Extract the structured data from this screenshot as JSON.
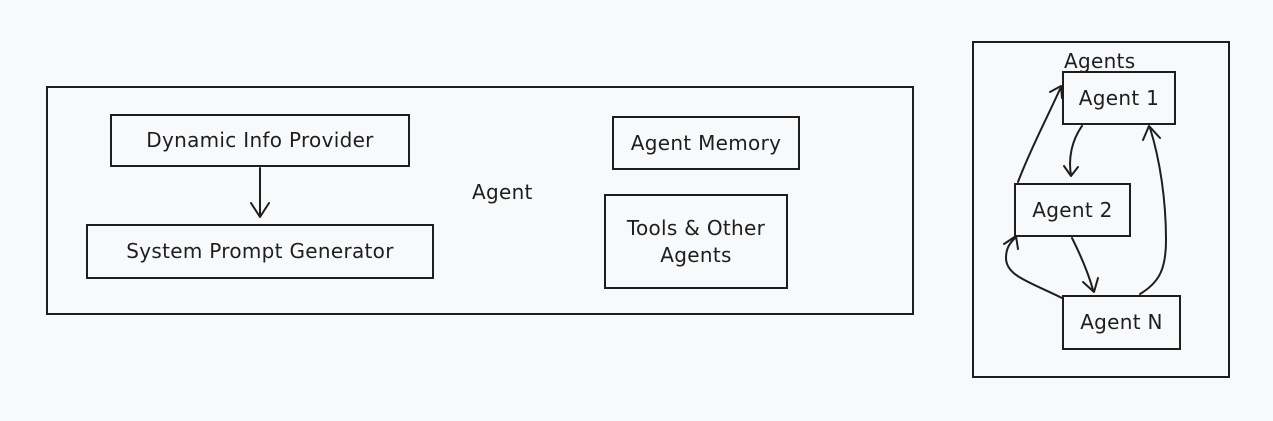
{
  "agent_group": {
    "label": "Agent",
    "nodes": {
      "dynamic_info_provider": "Dynamic Info Provider",
      "system_prompt_generator": "System Prompt Generator",
      "agent_memory": "Agent Memory",
      "tools_other_agents": "Tools & Other Agents"
    }
  },
  "agents_group": {
    "label": "Agents",
    "nodes": {
      "agent_1": "Agent 1",
      "agent_2": "Agent 2",
      "agent_n": "Agent N"
    }
  },
  "colors": {
    "stroke": "#1e1e1e",
    "background": "#f8f9fb"
  }
}
